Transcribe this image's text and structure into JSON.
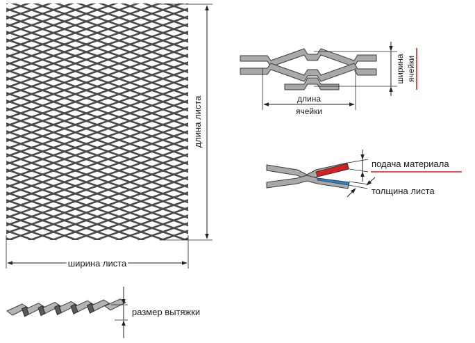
{
  "labels": {
    "sheet_length": "длина листа",
    "sheet_width": "ширина листа",
    "cell_length_line1": "длина",
    "cell_length_line2": "ячейки",
    "cell_width_line1": "ширина",
    "cell_width_line2": "ячейки",
    "material_feed": "подача материала",
    "sheet_thickness": "толщина листа",
    "stretch_size": "размер вытяжки"
  },
  "colors": {
    "feed_highlight": "#d42020",
    "thickness_highlight": "#2a7fc0",
    "underline": "#d42020",
    "mesh_stroke": "#3a3a3a",
    "mesh_fill": "#a9a9a9"
  },
  "icons": {
    "dimension_arrow": "arrowhead"
  }
}
